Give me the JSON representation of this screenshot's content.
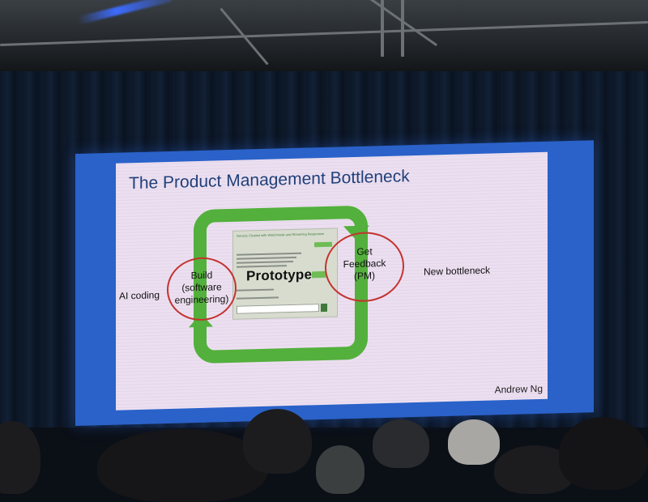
{
  "slide": {
    "title": "The Product Management Bottleneck",
    "author": "Andrew Ng",
    "left_annotation": "AI coding",
    "right_annotation": "New bottleneck",
    "build_node": {
      "lines": [
        "Build",
        "(software",
        "engineering)"
      ]
    },
    "feedback_node": {
      "lines": [
        "Get",
        "Feedback",
        "(PM)"
      ]
    },
    "prototype": {
      "header": "Generic Chatbot with Watchmode and Streaming Responses",
      "label": "Prototype"
    }
  },
  "colors": {
    "screen_border": "#2a62c9",
    "slide_background": "#ecdff0",
    "title": "#20407a",
    "loop_arrow": "#53b03c",
    "circle_highlight": "#c3332e"
  },
  "icons": {
    "loop": "cycle-arrows-icon"
  }
}
